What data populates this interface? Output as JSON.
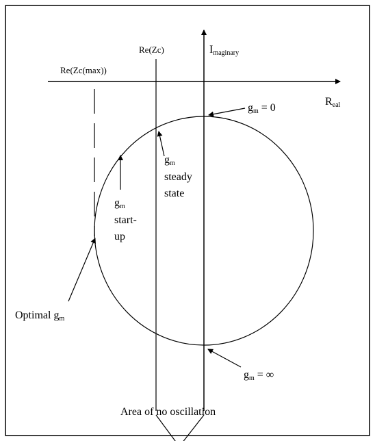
{
  "diagram": {
    "axes": {
      "imaginary_label": "I",
      "imaginary_sub": "maginary",
      "real_label": "R",
      "real_sub": "eal"
    },
    "lines": {
      "re_zc": "Re(Zc)",
      "re_zc_max": "Re(Zc(max))"
    },
    "labels": {
      "gm_zero": {
        "g": "g",
        "sub": "m",
        "rest": " = 0"
      },
      "gm_inf": {
        "g": "g",
        "sub": "m",
        "rest": " = ∞"
      },
      "gm_steady": {
        "g": "g",
        "sub": "m",
        "line2": "steady",
        "line3": "state"
      },
      "gm_startup": {
        "g": "g",
        "sub": "m",
        "line2": "start-",
        "line3": "up"
      },
      "optimal": {
        "text": "Optimal g",
        "sub": "m"
      },
      "area": "Area of no oscillation"
    }
  }
}
